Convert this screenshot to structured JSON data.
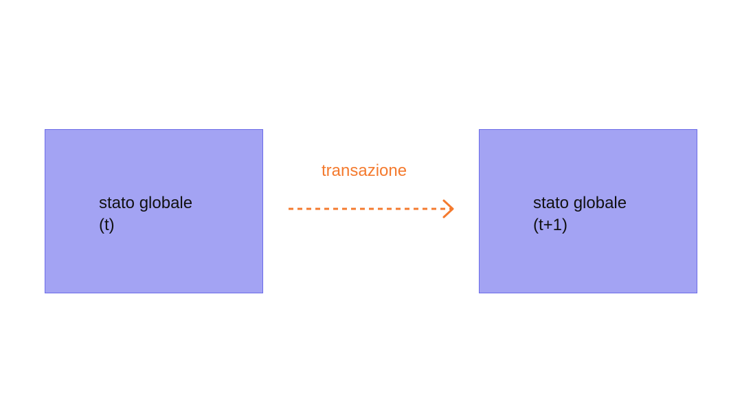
{
  "diagram": {
    "source_state": {
      "line1": "stato globale",
      "line2": "(t)"
    },
    "target_state": {
      "line1": "stato globale",
      "line2": "(t+1)"
    },
    "transition": {
      "label": "transazione"
    }
  },
  "colors": {
    "box_fill": "#a3a3f3",
    "box_border": "#6b6be8",
    "arrow": "#f47a2e",
    "text": "#111111"
  }
}
